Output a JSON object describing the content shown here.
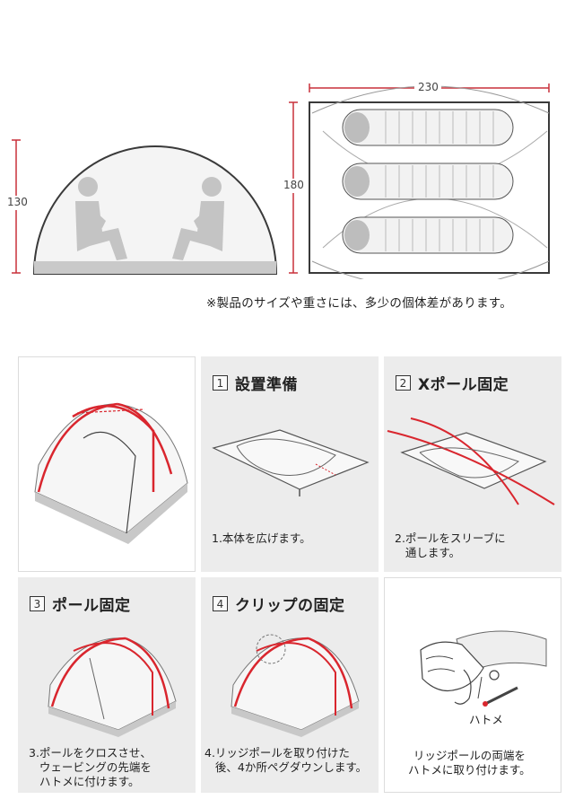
{
  "dimensions": {
    "side_height": "130",
    "floor_width": "230",
    "floor_depth": "180"
  },
  "note": "※製品のサイズや重さには、多少の個体差があります。",
  "steps": [
    {
      "num": "1",
      "title": "設置準備",
      "caption": "1.本体を広げます。"
    },
    {
      "num": "2",
      "title": "Xポール固定",
      "caption": "2.ポールをスリーブに\n   通します。"
    },
    {
      "num": "3",
      "title": "ポール固定",
      "caption": "3.ポールをクロスさせ、\n   ウェービングの先端を\n   ハトメに付けます。"
    },
    {
      "num": "4",
      "title": "クリップの固定",
      "caption": "4.リッジポールを取り付けた\n   後、4か所ペグダウンします。"
    }
  ],
  "detail": {
    "label": "ハトメ",
    "caption": "リッジポールの両端を\nハトメに取り付けます。"
  },
  "colors": {
    "dimension_red": "#c8303a",
    "pole_red": "#d9262e",
    "figure_gray": "#c4c4c4",
    "panel_gray": "#ececec"
  }
}
